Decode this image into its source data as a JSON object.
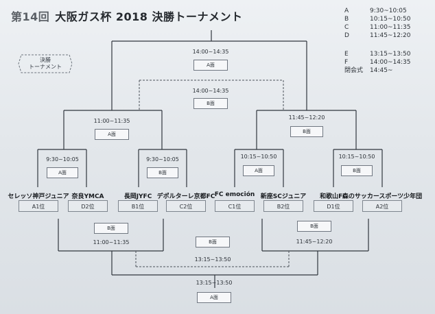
{
  "title": {
    "number_prefix": "第14回",
    "main": "大阪ガス杯 2018 決勝トーナメント"
  },
  "schedule": [
    {
      "key": "A",
      "time": "9:30~10:05"
    },
    {
      "key": "B",
      "time": "10:15~10:50"
    },
    {
      "key": "C",
      "time": "11:00~11:35"
    },
    {
      "key": "D",
      "time": "11:45~12:20"
    },
    {
      "key": "E",
      "time": "13:15~13:50"
    },
    {
      "key": "F",
      "time": "14:00~14:35"
    },
    {
      "key": "閉会式",
      "time": "14:45~"
    }
  ],
  "legend": {
    "line1": "決勝",
    "line2": "トーナメント"
  },
  "matches": {
    "final": {
      "time": "14:00~14:35",
      "court": "A面"
    },
    "third_place": {
      "time": "14:00~14:35",
      "court": "B面"
    },
    "semi_left": {
      "time": "11:00~11:35",
      "court": "A面"
    },
    "semi_right": {
      "time": "11:45~12:20",
      "court": "B面"
    },
    "qf1": {
      "time": "9:30~10:05",
      "court": "A面"
    },
    "qf2": {
      "time": "9:30~10:05",
      "court": "B面"
    },
    "qf3": {
      "time": "10:15~10:50",
      "court": "A面"
    },
    "qf4": {
      "time": "10:15~10:50",
      "court": "B面"
    },
    "lower_left": {
      "court": "B面",
      "time": "11:00~11:35"
    },
    "lower_right": {
      "court": "B面",
      "time": "11:45~12:20"
    },
    "lower_mid": {
      "court": "B面",
      "time": "13:15~13:50"
    },
    "lower_final": {
      "time": "13:15~13:50",
      "court": "A面"
    }
  },
  "teams": [
    {
      "name": "セレッソ神戸ジュニア",
      "seed": "A1位"
    },
    {
      "name": "奈良YMCA",
      "seed": "D2位"
    },
    {
      "name": "長岡JYFC",
      "seed": "B1位"
    },
    {
      "name": "デポルターレ京都FC",
      "seed": "C2位"
    },
    {
      "name": "FC emoción",
      "seed": "C1位"
    },
    {
      "name": "新座SCジュニア",
      "seed": "B2位"
    },
    {
      "name": "和歌山FC",
      "seed": "D1位"
    },
    {
      "name": "森のサッカースポーツ少年団",
      "seed": "A2位"
    }
  ]
}
